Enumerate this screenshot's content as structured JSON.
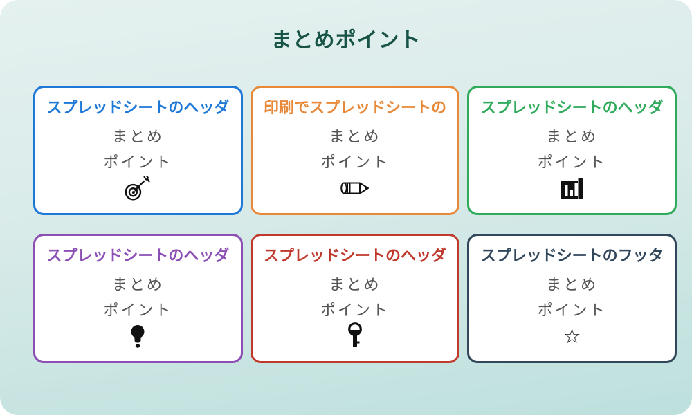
{
  "title": "まとめポイント",
  "theme": {
    "background_top": "#e4f1ef",
    "background_bottom": "#bde0dd",
    "title_color": "#175447",
    "card_background": "#ffffff",
    "body_text_color": "#555555",
    "icon_color": "#111111"
  },
  "icons": {
    "card_icons": [
      "dart-target-icon",
      "pencil-icon",
      "bar-chart-icon",
      "lightbulb-icon",
      "key-icon",
      "star-icon"
    ],
    "star_glyph": "☆"
  },
  "cards": [
    {
      "header": "スプレッドシートのヘッダ",
      "color": "#1e78d7",
      "body_lines": [
        "まとめ",
        "ポイント"
      ],
      "icon": "dart-target-icon"
    },
    {
      "header": "印刷でスプレッドシートの",
      "color": "#e8893a",
      "body_lines": [
        "まとめ",
        "ポイント"
      ],
      "icon": "pencil-icon"
    },
    {
      "header": "スプレッドシートのヘッダ",
      "color": "#2fab5b",
      "body_lines": [
        "まとめ",
        "ポイント"
      ],
      "icon": "bar-chart-icon"
    },
    {
      "header": "スプレッドシートのヘッダ",
      "color": "#8c50b4",
      "body_lines": [
        "まとめ",
        "ポイント"
      ],
      "icon": "lightbulb-icon"
    },
    {
      "header": "スプレッドシートのヘッダ",
      "color": "#bf3a2c",
      "body_lines": [
        "まとめ",
        "ポイント"
      ],
      "icon": "key-icon"
    },
    {
      "header": "スプレッドシートのフッタ",
      "color": "#33475c",
      "body_lines": [
        "まとめ",
        "ポイント"
      ],
      "icon": "star-outline-icon"
    }
  ]
}
